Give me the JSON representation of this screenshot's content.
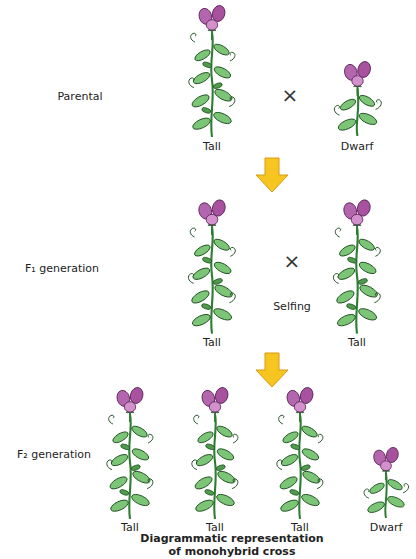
{
  "diagram": {
    "caption": "Diagrammatic representation of monohybrid cross",
    "labels": [
      "Parental",
      "Tall",
      "×",
      "Dwarf",
      "F₁ generation",
      "Tall",
      "×",
      "Selfing",
      "Tall",
      "F₂ generation",
      "Tall",
      "Tall",
      "Tall",
      "Dwarf"
    ]
  }
}
